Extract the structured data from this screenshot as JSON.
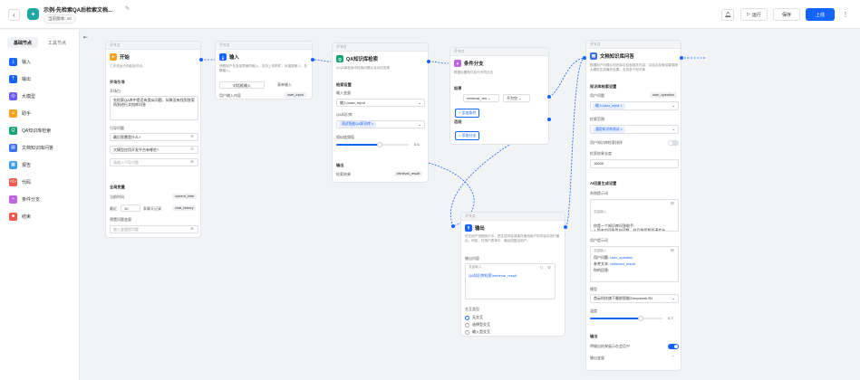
{
  "header": {
    "back_icon": "chevron-left-icon",
    "title": "示例-先检索QA后检索文档...",
    "version": "当前版本: v0",
    "run_label": "运行",
    "save_label": "保存",
    "publish_label": "上线"
  },
  "sidebar": {
    "tabs": [
      "基础节点",
      "工具节点"
    ],
    "items": [
      {
        "label": "输入",
        "color": "#1664ff"
      },
      {
        "label": "输出",
        "color": "#1664ff"
      },
      {
        "label": "大模型",
        "color": "#6b5cf6"
      },
      {
        "label": "助手",
        "color": "#f7a21b"
      },
      {
        "label": "QA知识库检索",
        "color": "#17a673"
      },
      {
        "label": "文档知识库问答",
        "color": "#3a6ff0"
      },
      {
        "label": "报告",
        "color": "#3a9ff0"
      },
      {
        "label": "代码",
        "color": "#f15a4a"
      },
      {
        "label": "条件分支",
        "color": "#c065e0"
      },
      {
        "label": "结束",
        "color": "#f15a4a"
      }
    ]
  },
  "nodes": {
    "start": {
      "header": "开节点",
      "title": "开始",
      "desc": "工作流运行的起始节点。",
      "section_guide": "开场引导",
      "guide_label": "开场白",
      "guide_text": "先检索QA库中是否有类似问题，如果没有找到答案再到进行文档库问答",
      "suggest_label": "引导问题",
      "suggest_1": "最后智慧是什么?",
      "suggest_2": "大模型应用开发平台有哪些?",
      "suggest_placeholder": "请输入引导问题",
      "global_section": "全局变量",
      "current_time_label": "当前时间",
      "current_time_var": "current_time",
      "recent_label": "最近",
      "recent_value": "10",
      "recent_suffix": "条聊天记录",
      "chat_history_var": "chat_history",
      "input_var_label": "预置问题变量",
      "input_var_placeholder": "输入变量提问题"
    },
    "input": {
      "header": "开节点",
      "title": "输入",
      "desc": "获取用户在会话界面的输入，支持上传附件，对接报案人、多模输入。",
      "tab_1": "对话框输入",
      "tab_2": "表单输入",
      "field_label": "用户输入内容",
      "field_var": "user_input"
    },
    "qa": {
      "header": "开节点",
      "title": "QA知识库检索",
      "desc": "从QA库检索中检索问题以及对应答案",
      "sec_setting": "检索设置",
      "query_label": "输入变量",
      "query_value": "输入/user_input",
      "kb_label": "QA知识库",
      "kb_tag": "测试智能QA知识库",
      "threshold_label": "相似度阈值",
      "threshold_value": "0.6",
      "threshold_fraction": 0.6,
      "sec_output": "输出",
      "output_label": "检索结果",
      "output_var": "retrieval_result"
    },
    "branch": {
      "header": "开节点",
      "title": "条件分支",
      "desc": "根据设置条件执行不同分支",
      "if_label": "如果",
      "cond_var": "retrieval_res",
      "cond_op": "不为空",
      "add_cond": "+ 添加条件",
      "else_label": "否则",
      "add_branch": "+ 添加分支"
    },
    "output": {
      "header": "开节点",
      "title": "输出",
      "desc": "可在用户流程执行中，把生成内容或者在使用用户的内容中进行输出，例如，在用户表单中，输出回复给用户。",
      "content_label": "输出内容",
      "var_label": "变量输入",
      "content_var": "QA知识库检索/retrieval_result",
      "reply_label": "交互类型",
      "radio_1": "无交互",
      "radio_2": "选择型交互",
      "radio_3": "输入型交互"
    },
    "doc": {
      "header": "开节点",
      "title": "文档知识库问答",
      "desc": "根据用户问题从知识库中检索相关内容，并结合检索结果调用大模型生成最终结果，支持多个知识库",
      "sec_kb": "知识库检索设置",
      "question_label": "用户问题",
      "question_var": "user_question",
      "question_tag": "输入/user_input",
      "kb_label": "检索范围",
      "kb_tag": "通用知识库测试",
      "rerank_label": "用户知识库检索排序",
      "max_len_label": "检索结果长度",
      "max_len_value": "15000",
      "sec_ai": "AI回复生成设置",
      "sys_prompt_label": "系统提示词",
      "sys_prompt_var_label": "变量输入",
      "sys_prompt": "你是一个知识库问答助手:\n1.用中文回答用户问题，并且答案要严谨专业。\n2.仅需准确提问，上下文参考来源于通过检索到...",
      "user_prompt_label": "用户提示词",
      "user_prompt_var_label": "变量输入",
      "up_line1": "用户问题:",
      "up_var1": "user_question",
      "up_line2": "参考文本:",
      "up_var2": "retrieved_result",
      "up_line3": "你的回答:",
      "model_label": "模型",
      "model_value": "首云科技旗下最前智能/Deepseek-R1",
      "temp_label": "温度",
      "temp_value": "0.7",
      "temp_fraction": 0.7,
      "sec_output": "输出",
      "stream_label": "将输出结果展示在会话中",
      "stream_on": true,
      "output_var_label": "输出变量"
    }
  },
  "colors": {
    "accent": "#1664ff",
    "start_icon": "#f7a21b",
    "input_icon": "#1664ff",
    "qa_icon": "#17a673",
    "branch_icon": "#c065e0",
    "output_icon": "#1664ff",
    "doc_icon": "#3a6ff0"
  }
}
